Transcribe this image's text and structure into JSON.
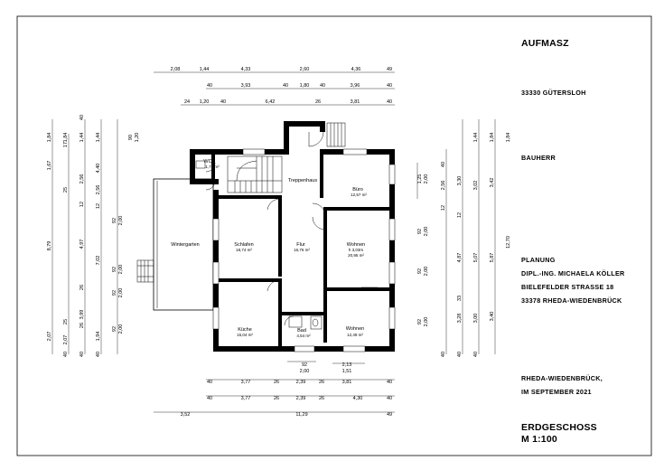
{
  "title_block": {
    "heading": "AUFMASZ",
    "location": "33330 GÜTERSLOH",
    "client_label": "BAUHERR",
    "planning_label": "PLANUNG",
    "planner_name": "DIPL.-ING. MICHAELA KÖLLER",
    "planner_street": "BIELEFELDER STRASSE 18",
    "planner_city": "33378 RHEDA-WIEDENBRÜCK",
    "place": "RHEDA-WIEDENBRÜCK,",
    "date": "IM SEPTEMBER 2021",
    "floor": "ERDGESCHOSS",
    "scale": "M 1:100"
  },
  "rooms": {
    "wc": {
      "name": "WC",
      "area": "1,72 m²"
    },
    "treppenhaus": {
      "name": "Treppenhaus"
    },
    "buero": {
      "name": "Büro",
      "area": "12,57 m²"
    },
    "wintergarten": {
      "name": "Wintergarten"
    },
    "schlafen": {
      "name": "Schlafen",
      "area": "18,74 m²"
    },
    "flur": {
      "name": "Flur",
      "area": "16,76 m²"
    },
    "wohnen1": {
      "name": "Wohnen",
      "height": "h 3,03m",
      "area": "20,95 m²"
    },
    "kueche": {
      "name": "Küche",
      "area": "15,04 m²"
    },
    "bad": {
      "name": "Bad",
      "area": "4,54 m²"
    },
    "wohnen2": {
      "name": "Wohnen",
      "area": "12,49 m²"
    }
  },
  "dims_top": {
    "row1": [
      "2,08",
      "1,44",
      "4,33",
      "2,60",
      "4,36",
      "49"
    ],
    "row2": [
      "40",
      "3,93",
      "40",
      "1,80",
      "40",
      "3,96",
      "40"
    ],
    "row3": [
      "24",
      "1,20",
      "40",
      "6,42",
      "26",
      "3,81",
      "40"
    ]
  },
  "dims_bottom": {
    "opening": [
      "92",
      "2,00"
    ],
    "opening2": [
      "2,13",
      "1,51"
    ],
    "row1": [
      "40",
      "3,77",
      "26",
      "2,39",
      "26",
      "3,81",
      "40"
    ],
    "row2": [
      "40",
      "3,77",
      "26",
      "2,39",
      "26",
      "4,30",
      "40"
    ],
    "row3": [
      "3,52",
      "11,29",
      "49"
    ]
  },
  "dims_left": {
    "col1": [
      "1,84",
      "17",
      "1,67",
      "8,79",
      "2,07",
      "40"
    ],
    "col2": [
      "1,84",
      "25",
      "2,56",
      "12",
      "4,97",
      "25",
      "2,07",
      "40"
    ],
    "col3": [
      "1,44",
      "4,40",
      "7,02",
      "3,99",
      "40"
    ],
    "col4": [
      "40",
      "1,44",
      "2,56",
      "12",
      "7,02",
      "26",
      "1,94",
      "26",
      "40"
    ],
    "openings": [
      "92",
      "2,00"
    ],
    "openings_top": [
      "90",
      "1,20"
    ]
  },
  "dims_right": {
    "col1": [
      "40",
      "2,56",
      "12",
      "4,87",
      "33",
      "3,28",
      "40"
    ],
    "col2": [
      "1,44",
      "3,30",
      "12",
      "5,07",
      "3,00",
      "40"
    ],
    "col3": [
      "1,84",
      "3,02",
      "5,87",
      "3,40",
      "40"
    ],
    "col4": [
      "1,84",
      "3,42",
      "12,70"
    ],
    "openings": [
      "1,25",
      "2,00"
    ],
    "openings_mid": [
      "92",
      "2,00"
    ]
  }
}
